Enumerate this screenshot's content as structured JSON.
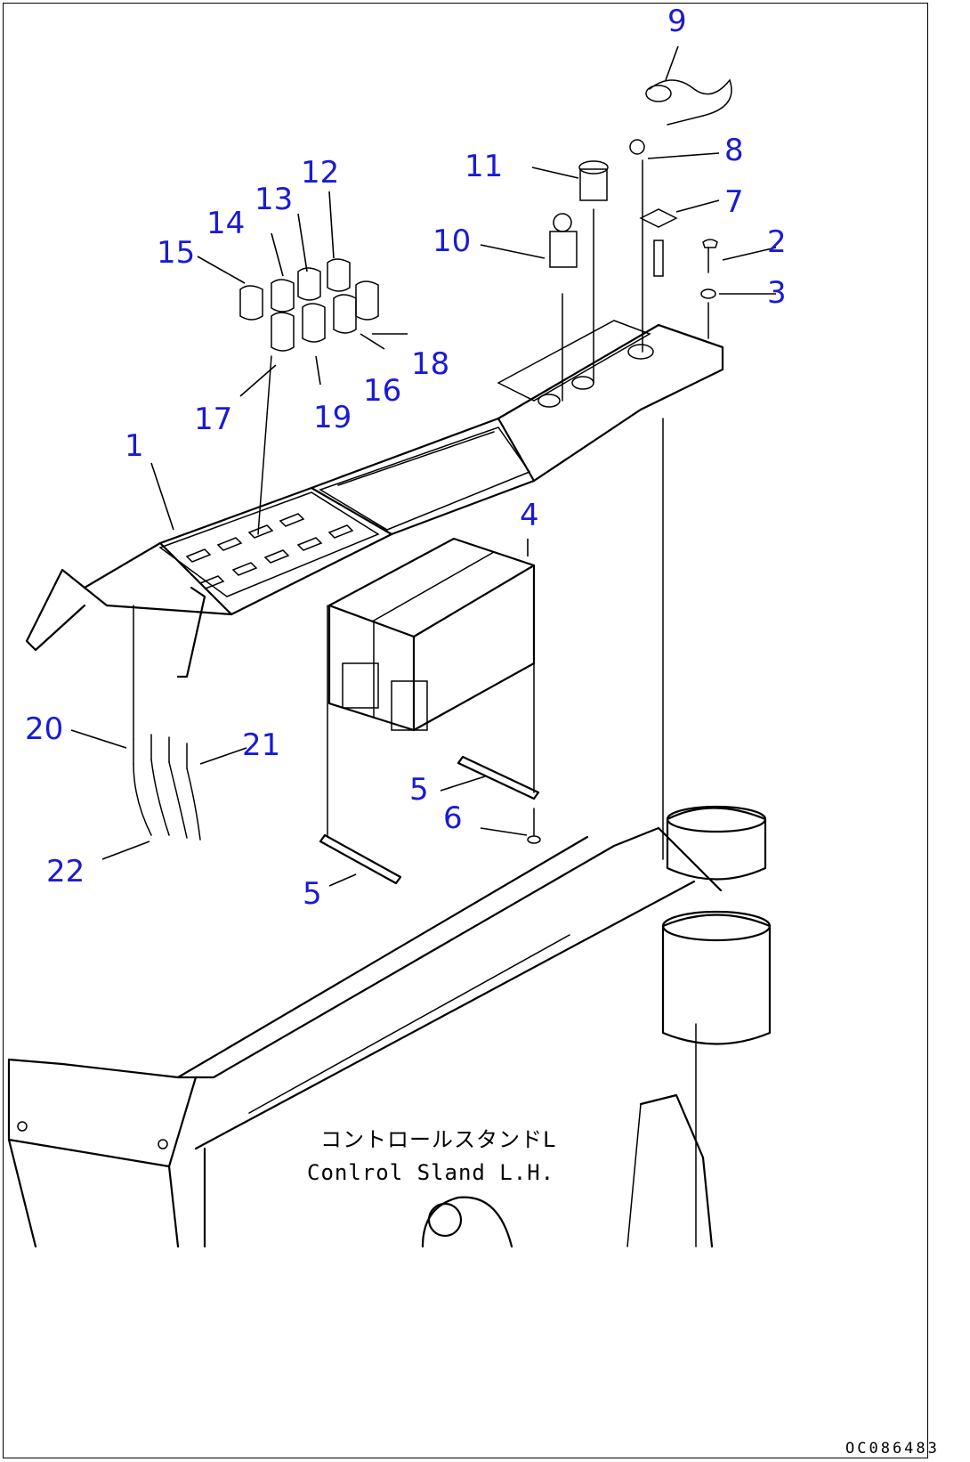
{
  "callouts": [
    "1",
    "2",
    "3",
    "4",
    "5",
    "5",
    "6",
    "7",
    "8",
    "9",
    "10",
    "11",
    "12",
    "13",
    "14",
    "15",
    "16",
    "17",
    "18",
    "19",
    "20",
    "21",
    "22"
  ],
  "caption": {
    "line1": "コントロールスタンドL",
    "line2": "Conlrol Sland L.H."
  },
  "drawing_number": "OC086483"
}
